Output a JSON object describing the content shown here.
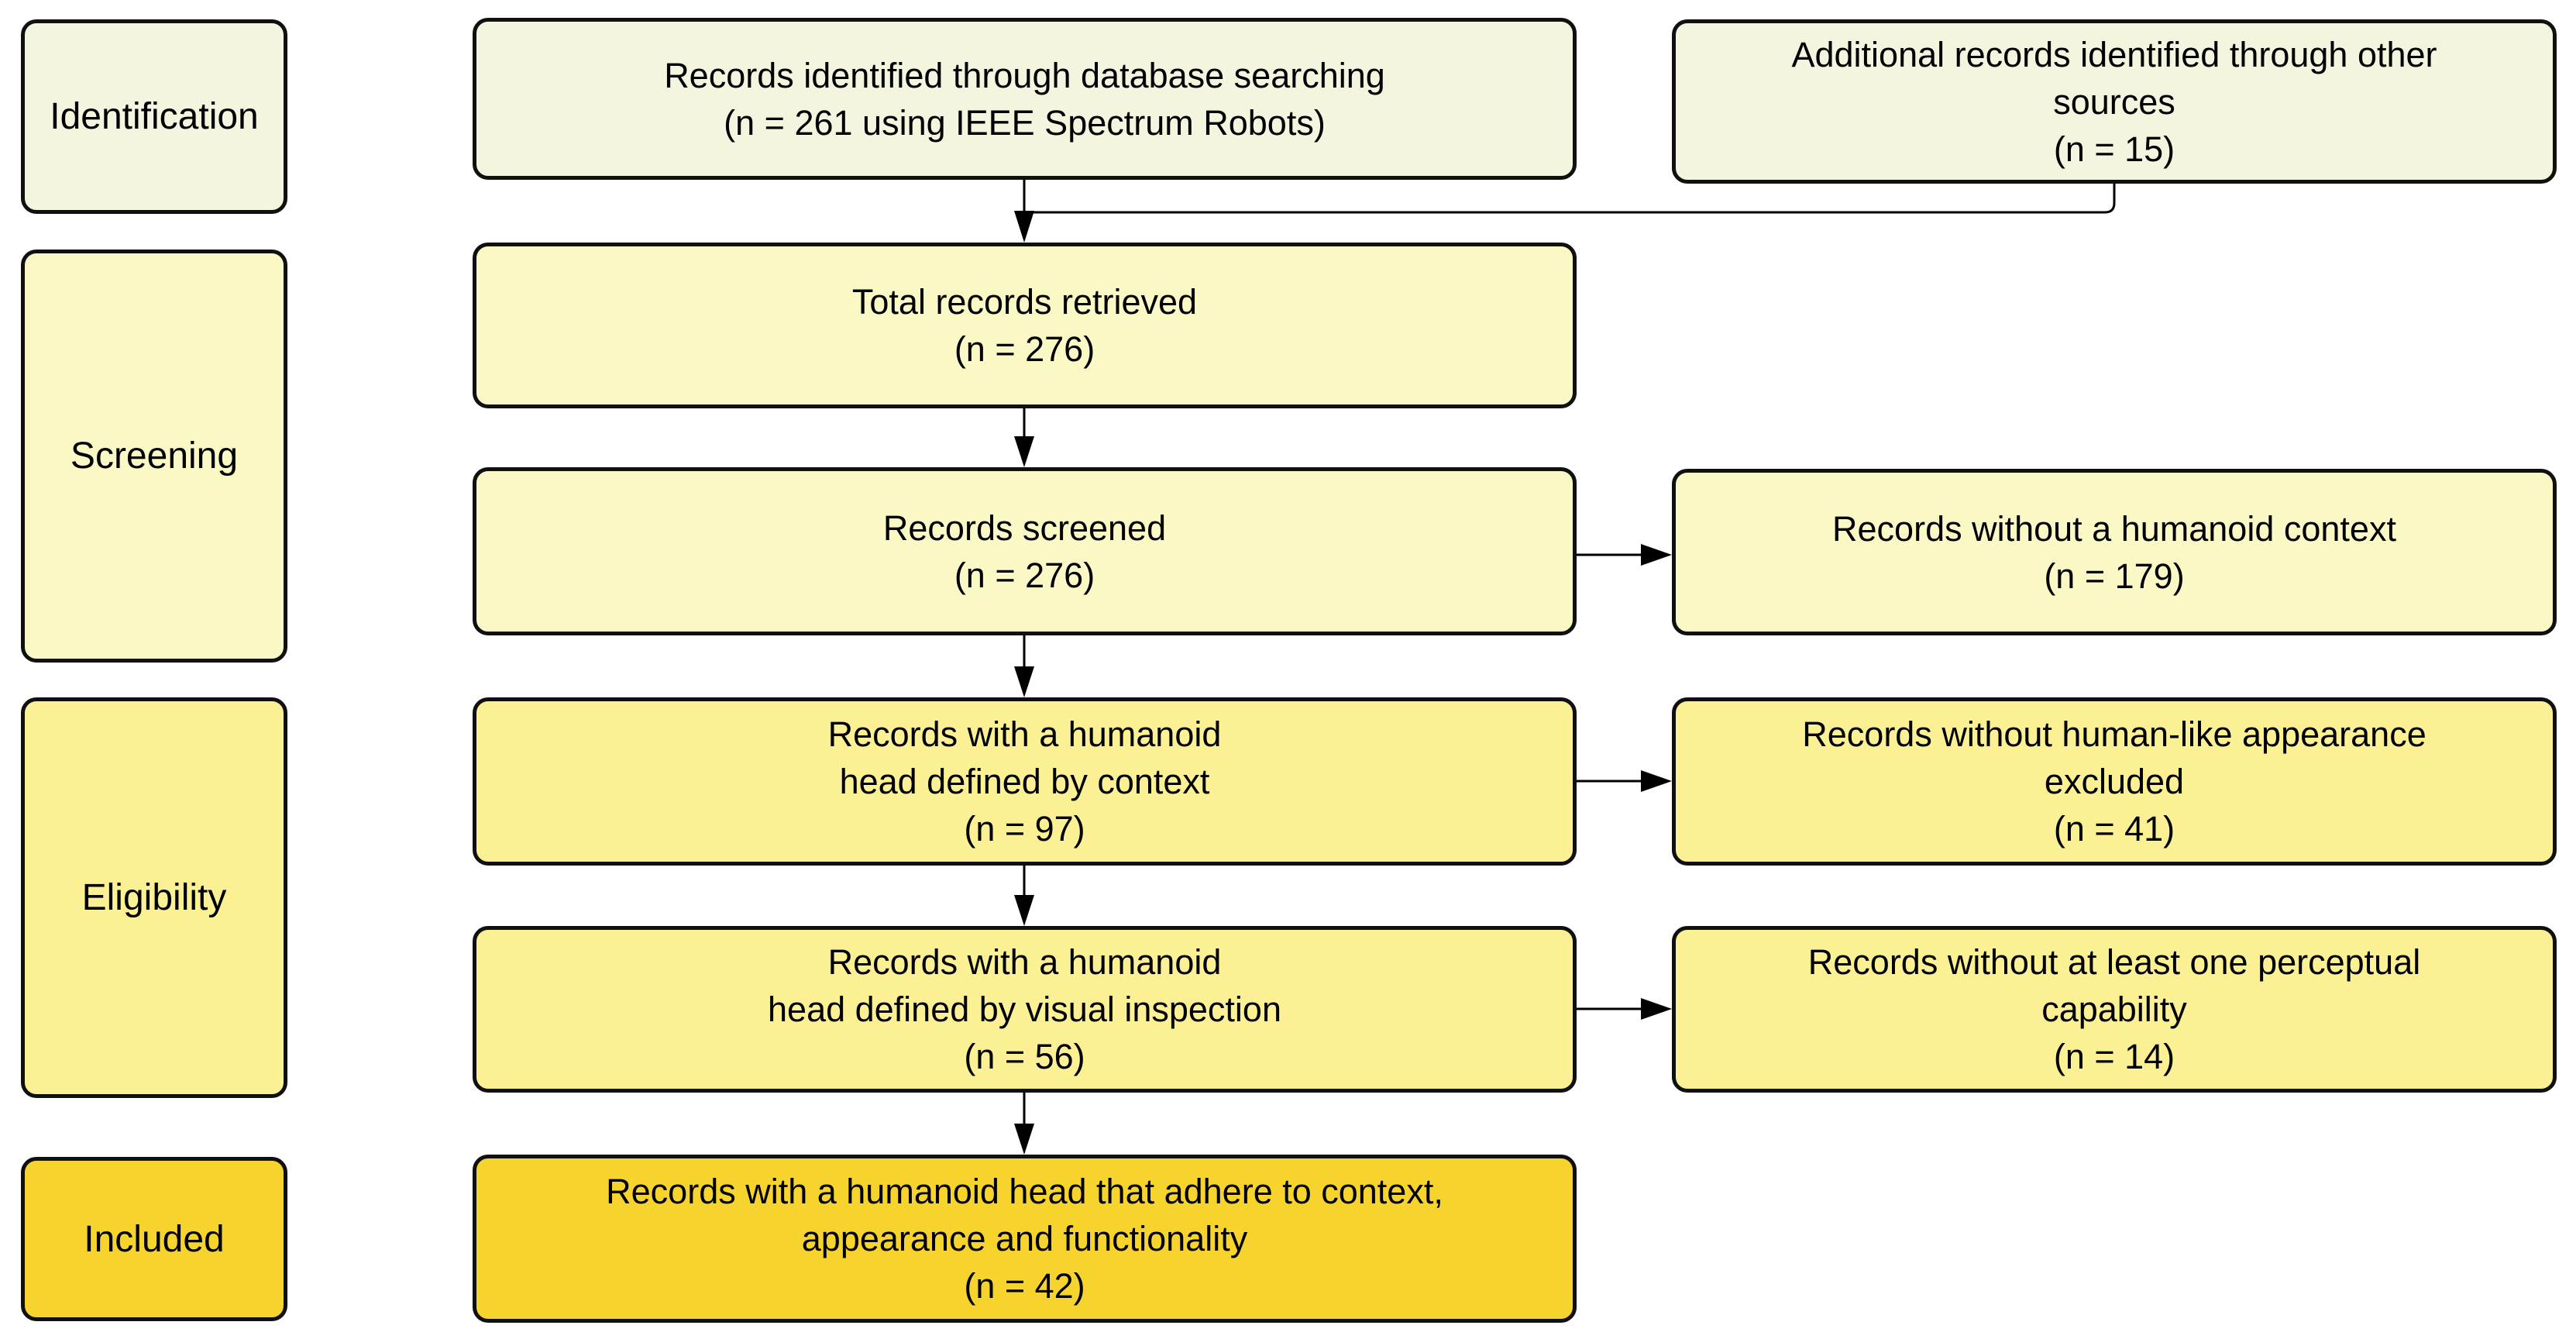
{
  "stages": [
    {
      "label": "Identification",
      "color": "#F4F5DF"
    },
    {
      "label": "Screening",
      "color": "#FAF9C6"
    },
    {
      "label": "Eligibility",
      "color": "#FBF094"
    },
    {
      "label": "Included",
      "color": "#F7D32E"
    }
  ],
  "boxes": {
    "identified": {
      "color": "#F4F5DF",
      "lines": [
        "Records identified through database searching",
        "(n = 261 using IEEE Spectrum Robots)"
      ]
    },
    "additional": {
      "color": "#F4F5DF",
      "lines": [
        "Additional records identified through other",
        "sources",
        "(n = 15)"
      ]
    },
    "total": {
      "color": "#FAF9C6",
      "lines": [
        "Total records retrieved",
        "(n = 276)"
      ]
    },
    "screened": {
      "color": "#FAF9C6",
      "lines": [
        "Records screened",
        "(n = 276)"
      ]
    },
    "no_humanoid_context": {
      "color": "#FAF9C6",
      "lines": [
        "Records without a humanoid context",
        "(n = 179)"
      ]
    },
    "head_by_context": {
      "color": "#FBF094",
      "lines": [
        "Records with a humanoid",
        "head defined by context",
        "(n = 97)"
      ]
    },
    "no_humanlike_appearance": {
      "color": "#FBF094",
      "lines": [
        "Records without human-like appearance",
        "excluded",
        "(n = 41)"
      ]
    },
    "head_by_visual": {
      "color": "#FBF094",
      "lines": [
        "Records with a humanoid",
        "head defined by visual inspection",
        "(n = 56)"
      ]
    },
    "no_perceptual_capability": {
      "color": "#FBF094",
      "lines": [
        "Records without at least one perceptual",
        "capability",
        "(n = 14)"
      ]
    },
    "included_final": {
      "color": "#F7D32E",
      "lines": [
        "Records with a humanoid head that adhere to context,",
        "appearance and functionality",
        "(n = 42)"
      ]
    }
  },
  "connector_color": "#000000",
  "border_color": "#101010"
}
